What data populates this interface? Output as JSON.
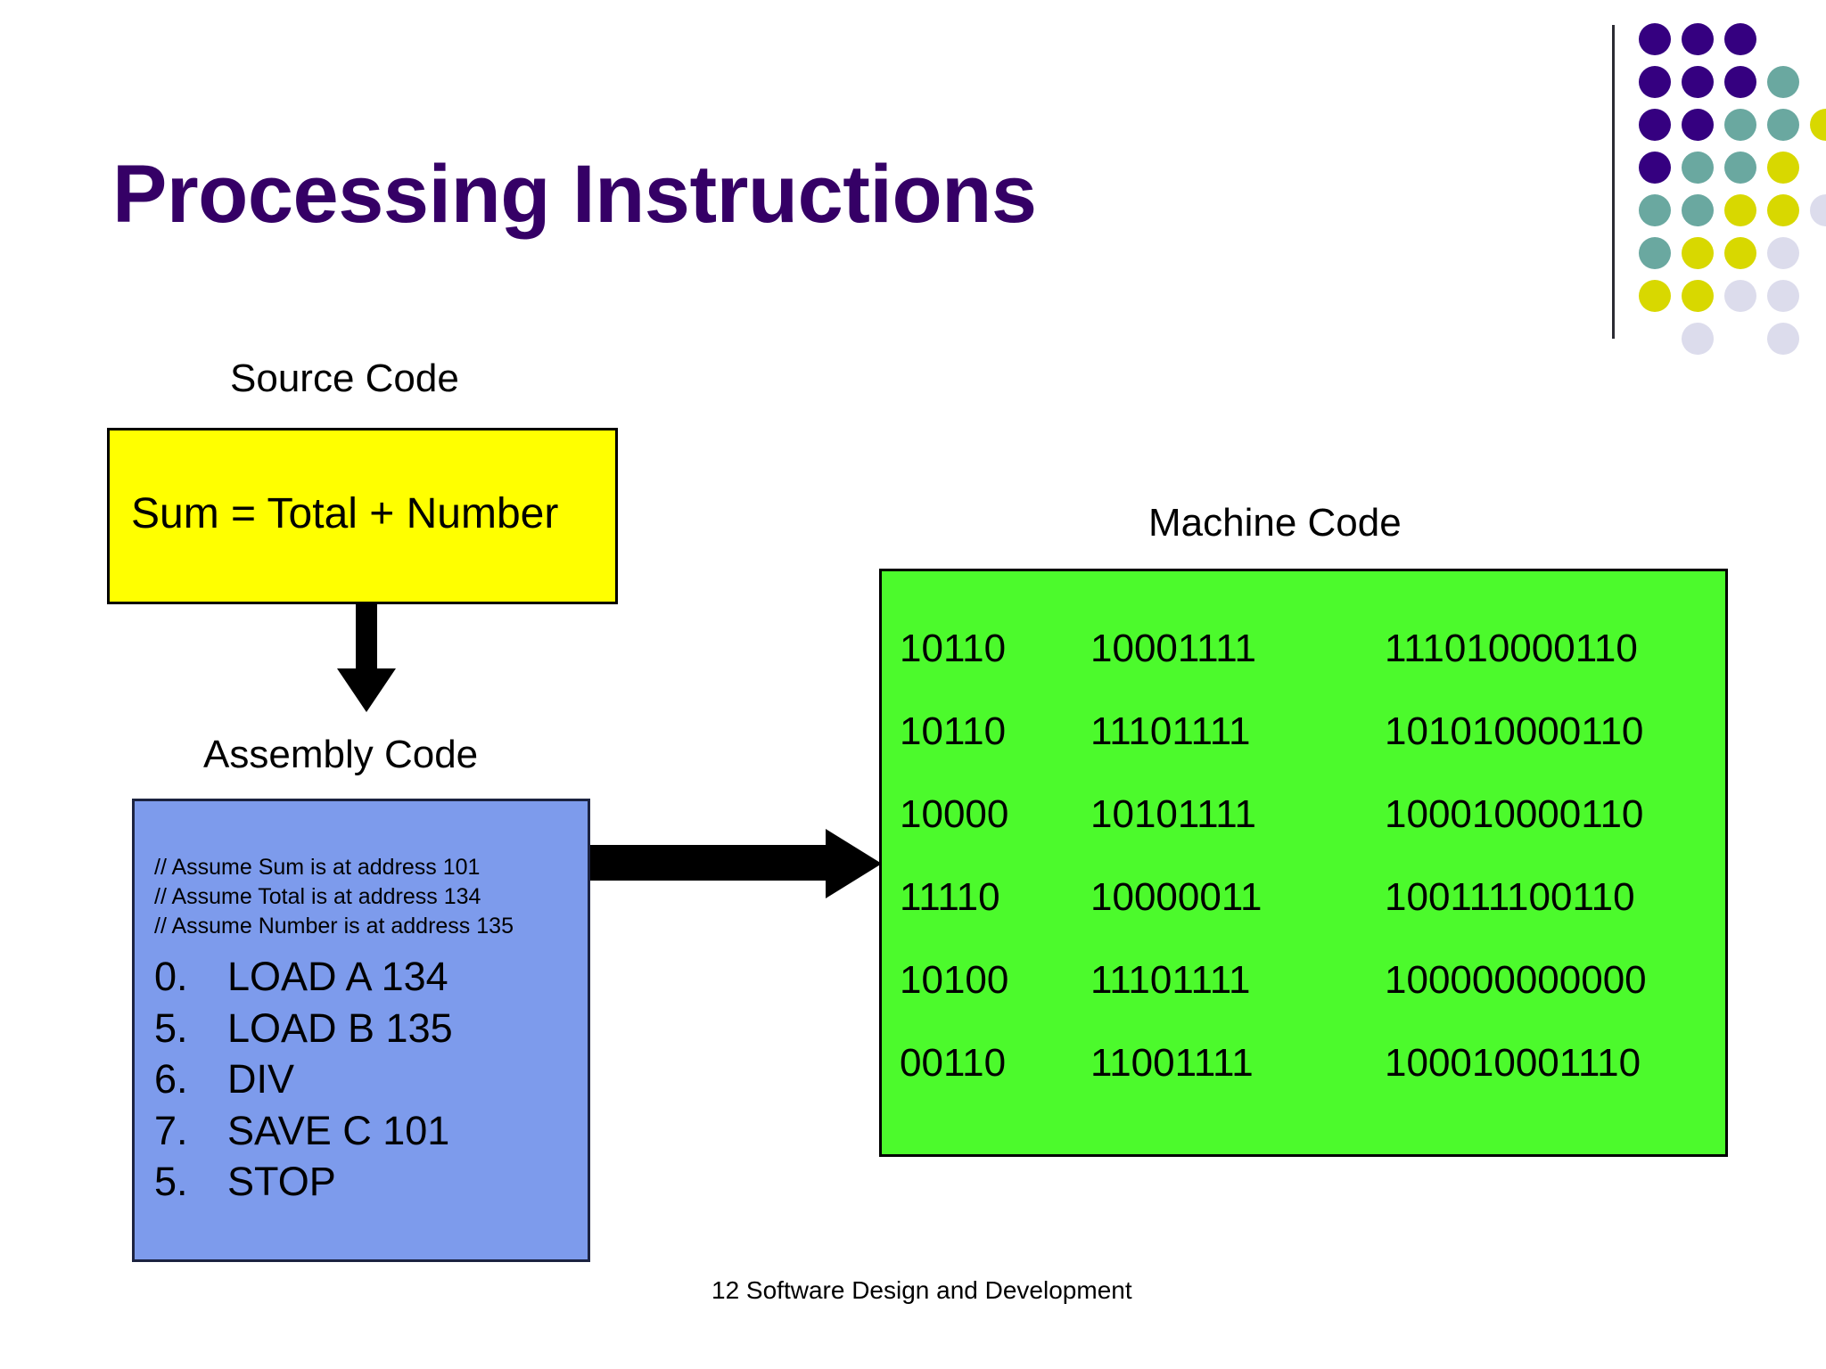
{
  "slide": {
    "title": "Processing Instructions",
    "footer": "12 Software Design and Development",
    "title_color": "#350066"
  },
  "logo": {
    "name": "dot-matrix-logo",
    "colors": {
      "purple": "#350080",
      "teal": "#6aa8a0",
      "yellow": "#d8d800",
      "lavender": "#dcdcec"
    },
    "grid": [
      [
        "purple",
        "purple",
        "purple",
        null,
        null
      ],
      [
        "purple",
        "purple",
        "purple",
        "teal",
        null
      ],
      [
        "purple",
        "purple",
        "teal",
        "teal",
        "yellow"
      ],
      [
        "purple",
        "teal",
        "teal",
        "yellow",
        null
      ],
      [
        "teal",
        "teal",
        "yellow",
        "yellow",
        "lavender"
      ],
      [
        "teal",
        "yellow",
        "yellow",
        "lavender",
        null
      ],
      [
        "yellow",
        "yellow",
        "lavender",
        "lavender",
        null
      ],
      [
        null,
        "lavender",
        null,
        "lavender",
        null
      ]
    ]
  },
  "source_code": {
    "label": "Source Code",
    "code": "Sum = Total + Number",
    "fill": "#ffff00"
  },
  "assembly_code": {
    "label": "Assembly Code",
    "fill": "#7d9bec",
    "comments": [
      "// Assume Sum is at address 101",
      "// Assume Total is at address 134",
      "// Assume Number is at address 135"
    ],
    "instructions": [
      {
        "num": "0.",
        "text": "LOAD A 134"
      },
      {
        "num": "5.",
        "text": "LOAD B 135"
      },
      {
        "num": "6.",
        "text": "DIV"
      },
      {
        "num": "7.",
        "text": "SAVE C 101"
      },
      {
        "num": "5.",
        "text": "STOP"
      }
    ]
  },
  "machine_code": {
    "label": "Machine Code",
    "fill": "#4cfa2c",
    "rows": [
      {
        "a": "10110",
        "b": "10001111",
        "c": "111010000110"
      },
      {
        "a": "10110",
        "b": "11101111",
        "c": "101010000110"
      },
      {
        "a": "10000",
        "b": "10101111",
        "c": "100010000110"
      },
      {
        "a": "11110",
        "b": "10000011",
        "c": "100111100110"
      },
      {
        "a": "10100",
        "b": "11101111",
        "c": "100000000000"
      },
      {
        "a": "00110",
        "b": "11001111",
        "c": "100010001110"
      }
    ]
  },
  "arrows": {
    "down": "arrow-down-source-to-assembly",
    "right": "arrow-right-assembly-to-machine"
  }
}
